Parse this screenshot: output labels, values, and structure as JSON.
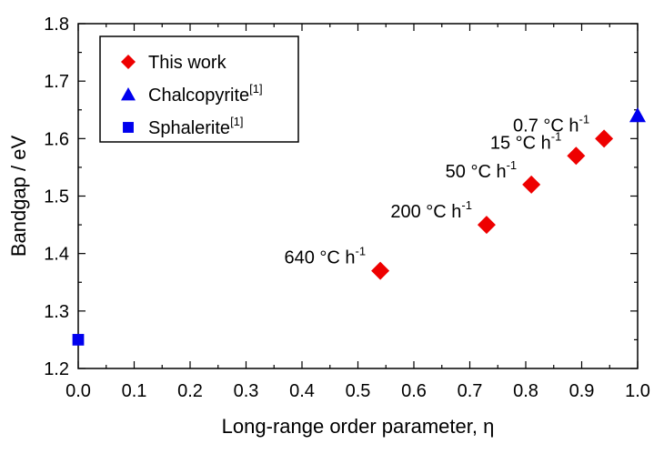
{
  "chart_data": {
    "type": "scatter",
    "xlabel": "Long-range order parameter, η",
    "ylabel": "Bandgap / eV",
    "xlim": [
      0.0,
      1.0
    ],
    "ylim": [
      1.2,
      1.8
    ],
    "xticks": [
      "0.0",
      "0.1",
      "0.2",
      "0.3",
      "0.4",
      "0.5",
      "0.6",
      "0.7",
      "0.8",
      "0.9",
      "1.0"
    ],
    "yticks": [
      "1.2",
      "1.3",
      "1.4",
      "1.5",
      "1.6",
      "1.7",
      "1.8"
    ],
    "grid": false,
    "legend_position": "top-left",
    "series": [
      {
        "name": "This work",
        "marker": "diamond",
        "color": "#ee0000",
        "points": [
          {
            "x": 0.54,
            "y": 1.37,
            "label": "640 °C h",
            "label_sup": "-1"
          },
          {
            "x": 0.73,
            "y": 1.45,
            "label": "200 °C h",
            "label_sup": "-1"
          },
          {
            "x": 0.81,
            "y": 1.52,
            "label": "50 °C h",
            "label_sup": "-1"
          },
          {
            "x": 0.89,
            "y": 1.57,
            "label": "15 °C h",
            "label_sup": "-1"
          },
          {
            "x": 0.94,
            "y": 1.6,
            "label": "0.7 °C h",
            "label_sup": "-1"
          }
        ]
      },
      {
        "name": "Chalcopyrite",
        "name_sup": "[1]",
        "marker": "triangle",
        "color": "#0000ee",
        "points": [
          {
            "x": 1.0,
            "y": 1.64
          }
        ]
      },
      {
        "name": "Sphalerite",
        "name_sup": "[1]",
        "marker": "square",
        "color": "#0000ee",
        "points": [
          {
            "x": 0.0,
            "y": 1.25
          }
        ]
      }
    ]
  }
}
